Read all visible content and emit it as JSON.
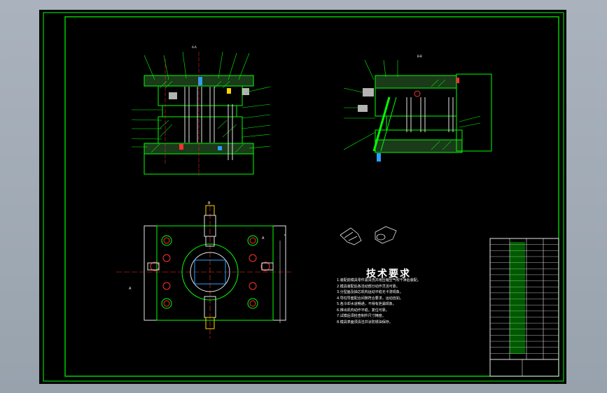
{
  "colors": {
    "frame": "#00ff00",
    "lines": "#e6e6e6",
    "hatch": "#00ff00",
    "accent_blue": "#2aa0ff",
    "accent_red": "#ff3030",
    "accent_yellow": "#ffd400",
    "background": "#000000"
  },
  "annotations": {
    "view_label_top_left": "A-A",
    "view_label_top_right": "B-B",
    "view_marker_b": "B",
    "view_marker_a": "A",
    "view_marker_a2": "A"
  },
  "technical_requirements": {
    "title": "技术要求",
    "items": [
      "1.装配前模具零件需清洗并用压缩空气吹干净后装配。",
      "2.模具装配后各活动部分动作灵活可靠。",
      "3.分型面及抽芯机构运动平稳无卡滞现象。",
      "4.导柱导套配合间隙符合要求，运动自如。",
      "5.各冷却水道畅通，不得有泄漏现象。",
      "6.推出机构动作平稳，复位可靠。",
      "7.试模后须检查制件尺寸精度。",
      "8.模具表面须清洁并涂防锈油保存。"
    ]
  },
  "title_block": {
    "rows": 20
  }
}
